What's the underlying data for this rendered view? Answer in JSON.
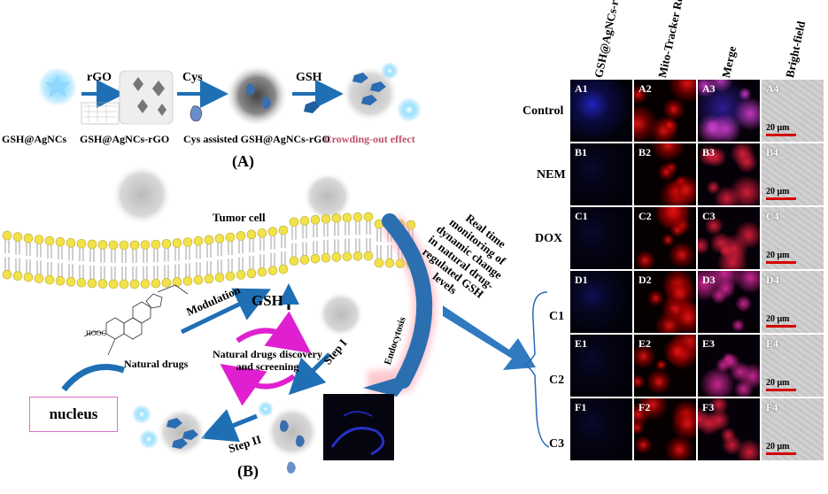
{
  "panel_a": {
    "steps": [
      {
        "arrow_label": "rGO"
      },
      {
        "arrow_label": "Cys"
      },
      {
        "arrow_label": "GSH"
      }
    ],
    "captions": [
      "GSH@AgNCs",
      "GSH@AgNCs-rGO",
      "Cys assisted GSH@AgNCs-rGO",
      "Crowding-out effect"
    ],
    "tag": "(A)"
  },
  "panel_b": {
    "tumor_cell": "Tumor cell",
    "modulation": "Modulation",
    "gsh": "GSH",
    "discovery": "Natural drugs discovery and screening",
    "natural_drugs": "Natural drugs",
    "hooc": "HOOC",
    "nucleus": "nucleus",
    "step1": "Step I",
    "step2": "Step II",
    "endocytosis": "Endocytosis",
    "tag": "(B)"
  },
  "monitoring_text": [
    "Real time",
    "monitoring of",
    "dynamic change",
    "in natural drug-",
    "regulated GSH",
    "levels"
  ],
  "grid": {
    "columns": [
      "GSH@AgNCs-rGO",
      "Mito-Tracker Red",
      "Merge",
      "Bright-field"
    ],
    "rows": [
      {
        "label": "Control",
        "tags": [
          "A1",
          "A2",
          "A3",
          "A4"
        ]
      },
      {
        "label": "NEM",
        "tags": [
          "B1",
          "B2",
          "B3",
          "B4"
        ]
      },
      {
        "label": "DOX",
        "tags": [
          "C1",
          "C2",
          "C3",
          "C4"
        ]
      },
      {
        "label": "C1",
        "tags": [
          "D1",
          "D2",
          "D3",
          "D4"
        ]
      },
      {
        "label": "C2",
        "tags": [
          "E1",
          "E2",
          "E3",
          "E4"
        ]
      },
      {
        "label": "C3",
        "tags": [
          "F1",
          "F2",
          "F3",
          "F4"
        ]
      }
    ],
    "scale_bar": "20 μm"
  },
  "colors": {
    "arrow_blue": "#1f6fb5",
    "nanocluster_glow": "#5ec8ff",
    "crowding_text": "#c0506a",
    "membrane_head": "#f2e24a",
    "endocytosis_glow": "#ff9aa8",
    "cycle_magenta": "#e020d0",
    "nucleus_border": "#e070c8",
    "channel_blue": "#1a1aa0",
    "channel_red": "#d81818",
    "merge_magenta": "#c8309a",
    "scale_red": "#d40000"
  }
}
